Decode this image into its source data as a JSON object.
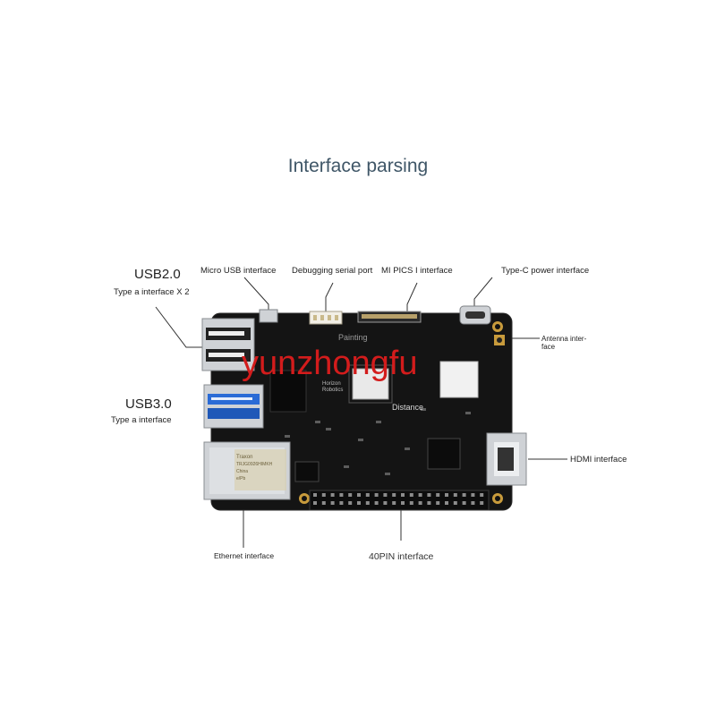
{
  "title": "Interface parsing",
  "watermark": "yunzhongfu",
  "labels": {
    "usb2_title": "USB2.0",
    "usb2_sub": "Type a interface X 2",
    "micro_usb": "Micro USB interface",
    "debug_serial": "Debugging serial port",
    "mipi_csi": "MI PICS I interface",
    "type_c_power": "Type-C power interface",
    "antenna_line1": "Antenna inter-",
    "antenna_line2": "face",
    "usb3_title": "USB3.0",
    "usb3_sub": "Type a interface",
    "hdmi": "HDMI interface",
    "ethernet": "Ethernet interface",
    "gpio40": "40PIN interface"
  },
  "board_text": {
    "silk_top": "Painting",
    "chip_line1": "Horizon",
    "chip_line2": "Robotics",
    "distance": "Distance",
    "mag_line1": "Traxon",
    "mag_line2": "TRJG0926HIMKH",
    "mag_line3": "China",
    "mag_line4": "e/Pb"
  },
  "colors": {
    "pcb": "#141414",
    "usb3_blue": "#2a6bd6",
    "metal": "#c9ccd0",
    "gold": "#c89b3c",
    "title": "#3f5667",
    "watermark": "#d31c1c"
  }
}
